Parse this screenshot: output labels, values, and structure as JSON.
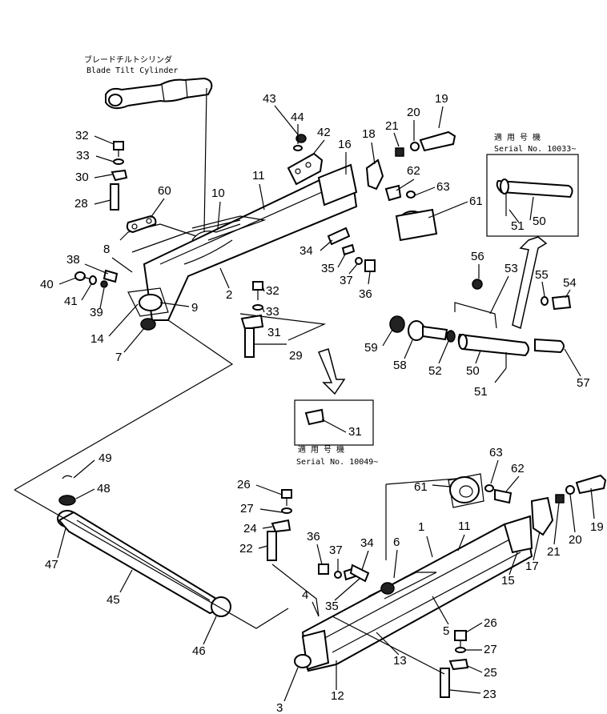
{
  "captions": {
    "blade_tilt_jp": "ブレードチルトシリンダ",
    "blade_tilt_en": "Blade Tilt Cylinder",
    "serial1_jp": "適 用 号 機",
    "serial1_en": "Serial No. 10033~",
    "serial2_jp": "適 用 号 機",
    "serial2_en": "Serial No. 10049~"
  },
  "labels": {
    "l43": "43",
    "l44": "44",
    "l42": "42",
    "l16": "16",
    "l18": "18",
    "l21a": "21",
    "l20a": "20",
    "l19a": "19",
    "l62a": "62",
    "l63a": "63",
    "l61a": "61",
    "l32a": "32",
    "l33a": "33",
    "l30": "30",
    "l28": "28",
    "l60": "60",
    "l10": "10",
    "l11a": "11",
    "l8": "8",
    "l38": "38",
    "l40": "40",
    "l41": "41",
    "l39": "39",
    "l14": "14",
    "l7": "7",
    "l9": "9",
    "l2": "2",
    "l34a": "34",
    "l35a": "35",
    "l37a": "37",
    "l36a": "36",
    "l32b": "32",
    "l33b": "33",
    "l31a": "31",
    "l29": "29",
    "l56": "56",
    "l53": "53",
    "l55": "55",
    "l54": "54",
    "l59": "59",
    "l58": "58",
    "l52": "52",
    "l50a": "50",
    "l51a": "51",
    "l57": "57",
    "l50b": "50",
    "l51b": "51",
    "l31b": "31",
    "l49": "49",
    "l48": "48",
    "l47": "47",
    "l45": "45",
    "l46": "46",
    "l26a": "26",
    "l27a": "27",
    "l24": "24",
    "l22": "22",
    "l36b": "36",
    "l37b": "37",
    "l34b": "34",
    "l6": "6",
    "l1": "1",
    "l11b": "11",
    "l63b": "63",
    "l62b": "62",
    "l61b": "61",
    "l21b": "21",
    "l20b": "20",
    "l19b": "19",
    "l17": "17",
    "l15": "15",
    "l4": "4",
    "l35b": "35",
    "l5": "5",
    "l26b": "26",
    "l27b": "27",
    "l25": "25",
    "l13": "13",
    "l12": "12",
    "l3": "3",
    "l23": "23"
  }
}
